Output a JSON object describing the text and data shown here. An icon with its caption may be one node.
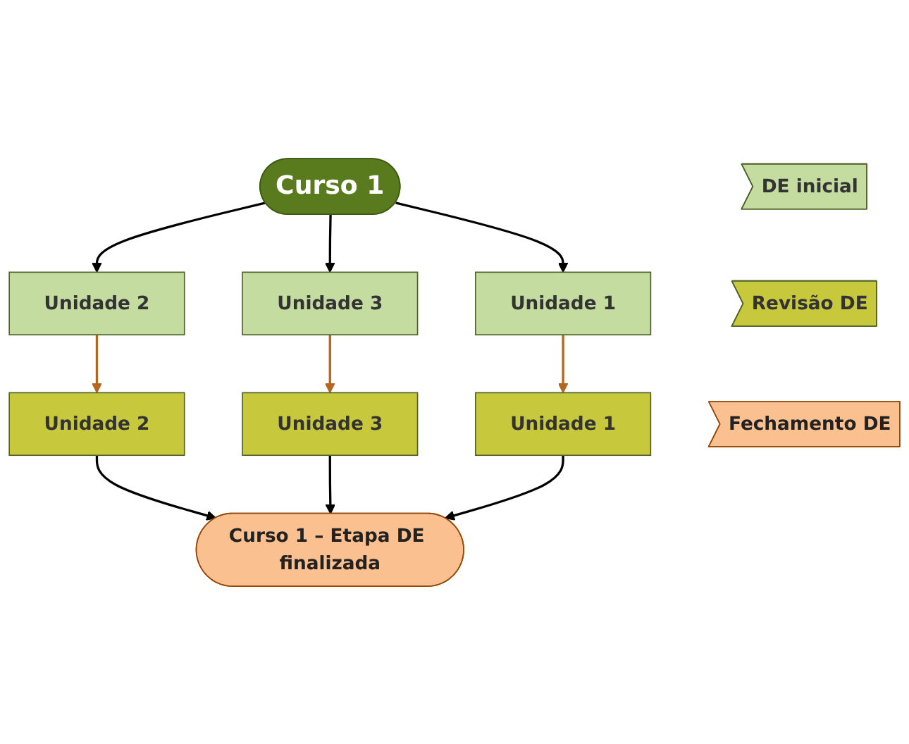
{
  "diagram": {
    "nodes": [
      {
        "text": [
          "Curso 1"
        ]
      },
      {
        "text": [
          "DE inicial"
        ]
      },
      {
        "text": [
          "Unidade 1"
        ]
      },
      {
        "text": [
          "Unidade 2"
        ]
      },
      {
        "text": [
          "Unidade 3"
        ]
      },
      {
        "text": [
          "Revisão DE"
        ]
      },
      {
        "text": [
          "Unidade 2"
        ]
      },
      {
        "text": [
          "Unidade 3"
        ]
      },
      {
        "text": [
          "Unidade 1"
        ]
      },
      {
        "text": [
          "Fechamento DE"
        ]
      },
      {
        "text": [
          "Curso 1 – Etapa DE finalizada"
        ]
      }
    ],
    "edges": [
      {
        "from": 0,
        "to": 2,
        "arrow": "to"
      },
      {
        "from": 0,
        "to": 3,
        "arrow": "to"
      },
      {
        "from": 0,
        "to": 4,
        "arrow": "to"
      },
      {
        "from": 2,
        "to": 8,
        "arrow": "to",
        "color": "#b5651d"
      },
      {
        "from": 3,
        "to": 6,
        "arrow": "to",
        "color": "#b5651d"
      },
      {
        "from": 4,
        "to": 7,
        "arrow": "to",
        "color": "#b5651d"
      },
      {
        "from": 6,
        "to": 10,
        "arrow": "to"
      },
      {
        "from": 7,
        "to": 10,
        "arrow": "to"
      },
      {
        "from": 8,
        "to": 10,
        "arrow": "to"
      }
    ]
  }
}
